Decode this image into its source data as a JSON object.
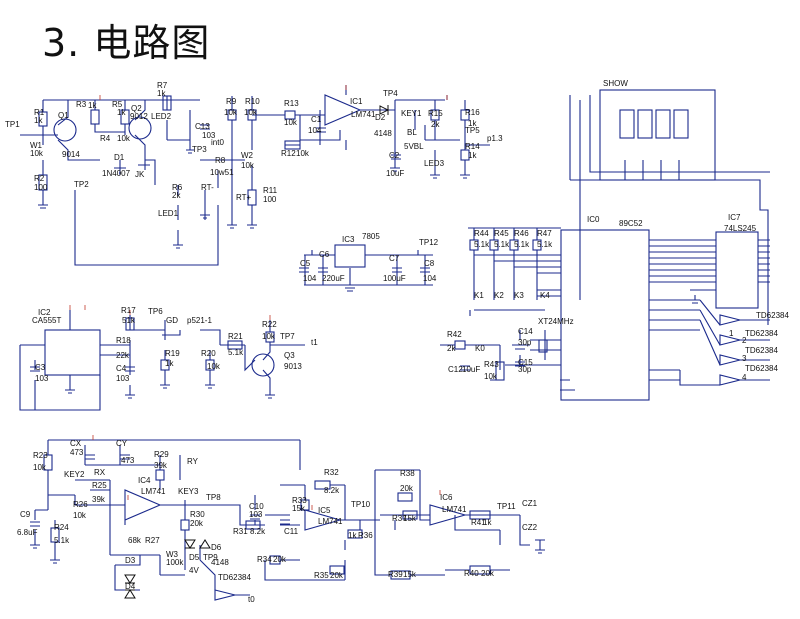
{
  "title": "3. 电路图",
  "components": [
    [
      "TP1",
      5,
      127
    ],
    [
      "R1",
      34,
      115
    ],
    [
      "1k",
      34,
      123
    ],
    [
      "Q1",
      58,
      118
    ],
    [
      "R3",
      76,
      107
    ],
    [
      "1k",
      88,
      108
    ],
    [
      "R5",
      112,
      107
    ],
    [
      "1k",
      117,
      115
    ],
    [
      "Q2",
      131,
      111
    ],
    [
      "9012",
      130,
      119
    ],
    [
      "LED2",
      151,
      119
    ],
    [
      "R7",
      157,
      88
    ],
    [
      "1k",
      157,
      96
    ],
    [
      "C13",
      195,
      129
    ],
    [
      "103",
      202,
      138
    ],
    [
      "TP3",
      192,
      152
    ],
    [
      "W1",
      30,
      148
    ],
    [
      "10k",
      30,
      156
    ],
    [
      "9014",
      62,
      157
    ],
    [
      "R4",
      100,
      141
    ],
    [
      "10k",
      117,
      141
    ],
    [
      "D1",
      114,
      160
    ],
    [
      "1N4007",
      102,
      176
    ],
    [
      "JK",
      135,
      177
    ],
    [
      "int0",
      211,
      145
    ],
    [
      "R8",
      215,
      163
    ],
    [
      "10w51",
      210,
      175
    ],
    [
      "R2",
      34,
      181
    ],
    [
      "100",
      34,
      190
    ],
    [
      "TP2",
      74,
      187
    ],
    [
      "R6",
      172,
      190
    ],
    [
      "2k",
      172,
      198
    ],
    [
      "RT-",
      201,
      190
    ],
    [
      "LED1",
      158,
      216
    ],
    [
      "RT+",
      236,
      200
    ],
    [
      "R9",
      226,
      104
    ],
    [
      "10k",
      224,
      115
    ],
    [
      "R10",
      245,
      104
    ],
    [
      "10k",
      244,
      115
    ],
    [
      "R13",
      284,
      106
    ],
    [
      "10k",
      284,
      125
    ],
    [
      "C1",
      311,
      122
    ],
    [
      "104",
      308,
      133
    ],
    [
      "IC1",
      350,
      104
    ],
    [
      "LM741",
      351,
      117
    ],
    [
      "TP4",
      383,
      96
    ],
    [
      "KEY1",
      401,
      116
    ],
    [
      "D2",
      375,
      120
    ],
    [
      "4148",
      374,
      136
    ],
    [
      "BL",
      407,
      135
    ],
    [
      "5VBL",
      404,
      149
    ],
    [
      "R15",
      428,
      116
    ],
    [
      "2k",
      431,
      127
    ],
    [
      "LED3",
      424,
      166
    ],
    [
      "R16",
      465,
      115
    ],
    [
      "1k",
      468,
      126
    ],
    [
      "TP5",
      465,
      133
    ],
    [
      "p1.3",
      487,
      141
    ],
    [
      "R14",
      465,
      149
    ],
    [
      "1k",
      468,
      158
    ],
    [
      "W2",
      241,
      158
    ],
    [
      "10k",
      241,
      168
    ],
    [
      "R12",
      281,
      156
    ],
    [
      "10k",
      296,
      156
    ],
    [
      "R11",
      263,
      193
    ],
    [
      "100",
      263,
      202
    ],
    [
      "C2",
      389,
      158
    ],
    [
      "10uF",
      386,
      176
    ],
    [
      "IC3",
      342,
      242
    ],
    [
      "7805",
      362,
      239
    ],
    [
      "TP12",
      419,
      245
    ],
    [
      "C5",
      300,
      266
    ],
    [
      "104",
      303,
      281
    ],
    [
      "C6",
      319,
      257
    ],
    [
      "220uF",
      322,
      281
    ],
    [
      "C7",
      389,
      261
    ],
    [
      "100uF",
      383,
      281
    ],
    [
      "C8",
      424,
      266
    ],
    [
      "104",
      423,
      281
    ],
    [
      "IC2",
      38,
      315
    ],
    [
      "CA555T",
      32,
      323
    ],
    [
      "R17",
      121,
      313
    ],
    [
      "51k",
      122,
      323
    ],
    [
      "TP6",
      148,
      314
    ],
    [
      "GD",
      166,
      323
    ],
    [
      "p521-1",
      187,
      323
    ],
    [
      "R18",
      116,
      343
    ],
    [
      "22k",
      116,
      358
    ],
    [
      "C3",
      35,
      370
    ],
    [
      "103",
      35,
      381
    ],
    [
      "C4",
      116,
      371
    ],
    [
      "103",
      116,
      381
    ],
    [
      "R19",
      165,
      356
    ],
    [
      "1k",
      165,
      366
    ],
    [
      "R20",
      201,
      356
    ],
    [
      "10k",
      207,
      369
    ],
    [
      "R21",
      228,
      339
    ],
    [
      "5.1k",
      228,
      355
    ],
    [
      "R22",
      262,
      327
    ],
    [
      "10k",
      262,
      339
    ],
    [
      "TP7",
      280,
      339
    ],
    [
      "t1",
      311,
      345
    ],
    [
      "Q3",
      284,
      358
    ],
    [
      "9013",
      284,
      369
    ],
    [
      "SHOW",
      603,
      86
    ],
    [
      "IC0",
      587,
      222
    ],
    [
      "89C52",
      619,
      226
    ],
    [
      "IC7",
      728,
      220
    ],
    [
      "74LS245",
      724,
      231
    ],
    [
      "R44",
      474,
      236
    ],
    [
      "5.1k",
      474,
      247
    ],
    [
      "R45",
      494,
      236
    ],
    [
      "5.1k",
      494,
      247
    ],
    [
      "R46",
      514,
      236
    ],
    [
      "5.1k",
      514,
      247
    ],
    [
      "R47",
      537,
      236
    ],
    [
      "5.1k",
      537,
      247
    ],
    [
      "K1",
      474,
      298
    ],
    [
      "K2",
      494,
      298
    ],
    [
      "K3",
      514,
      298
    ],
    [
      "K4",
      540,
      298
    ],
    [
      "C14",
      518,
      334
    ],
    [
      "30p",
      518,
      345
    ],
    [
      "XT24MHz",
      538,
      324
    ],
    [
      "R42",
      447,
      337
    ],
    [
      "2k",
      447,
      351
    ],
    [
      "K0",
      475,
      351
    ],
    [
      "C12",
      448,
      372
    ],
    [
      "10uF",
      462,
      372
    ],
    [
      "R43",
      484,
      367
    ],
    [
      "10k",
      484,
      379
    ],
    [
      "C15",
      518,
      365
    ],
    [
      "30p",
      518,
      372
    ],
    [
      "TD62384",
      756,
      318
    ],
    [
      "1",
      729,
      336
    ],
    [
      "TD62384",
      745,
      336
    ],
    [
      "2",
      742,
      343
    ],
    [
      "TD62384",
      745,
      353
    ],
    [
      "3",
      742,
      361
    ],
    [
      "TD62384",
      745,
      371
    ],
    [
      "4",
      742,
      380
    ],
    [
      "R23",
      33,
      458
    ],
    [
      "10k",
      33,
      470
    ],
    [
      "CX",
      70,
      446
    ],
    [
      "473",
      70,
      455
    ],
    [
      "CY",
      116,
      446
    ],
    [
      "473",
      121,
      463
    ],
    [
      "R29",
      154,
      457
    ],
    [
      "39k",
      154,
      468
    ],
    [
      "RY",
      187,
      464
    ],
    [
      "KEY2",
      64,
      477
    ],
    [
      "RX",
      94,
      475
    ],
    [
      "IC4",
      138,
      483
    ],
    [
      "LM741",
      141,
      494
    ],
    [
      "KEY3",
      178,
      494
    ],
    [
      "R25",
      92,
      488
    ],
    [
      "39k",
      92,
      502
    ],
    [
      "R26",
      73,
      507
    ],
    [
      "10k",
      73,
      518
    ],
    [
      "TP8",
      206,
      500
    ],
    [
      "C9",
      20,
      517
    ],
    [
      "6.8uF",
      17,
      535
    ],
    [
      "R24",
      54,
      530
    ],
    [
      "5.1k",
      54,
      543
    ],
    [
      "R30",
      190,
      517
    ],
    [
      "20k",
      190,
      526
    ],
    [
      "R31",
      233,
      534
    ],
    [
      "8.2k",
      250,
      534
    ],
    [
      "R27",
      145,
      543
    ],
    [
      "68k",
      128,
      543
    ],
    [
      "D6",
      211,
      550
    ],
    [
      "4148",
      211,
      565
    ],
    [
      "W3",
      166,
      557
    ],
    [
      "100k",
      166,
      565
    ],
    [
      "D5",
      189,
      560
    ],
    [
      "4V",
      189,
      573
    ],
    [
      "TP9",
      203,
      560
    ],
    [
      "D3",
      125,
      563
    ],
    [
      "D4",
      125,
      589
    ],
    [
      "TD62384",
      218,
      580
    ],
    [
      "t0",
      248,
      602
    ],
    [
      "R32",
      324,
      475
    ],
    [
      "8.2k",
      324,
      493
    ],
    [
      "R33",
      292,
      503
    ],
    [
      "15k",
      292,
      511
    ],
    [
      "C10",
      249,
      509
    ],
    [
      "103",
      249,
      517
    ],
    [
      "IC5",
      318,
      513
    ],
    [
      "LM741",
      318,
      524
    ],
    [
      "C11",
      284,
      534
    ],
    [
      "TP10",
      351,
      507
    ],
    [
      "1k",
      348,
      538
    ],
    [
      "R36",
      358,
      538
    ],
    [
      "R34",
      257,
      562
    ],
    [
      "20k",
      273,
      562
    ],
    [
      "R35",
      314,
      578
    ],
    [
      "20k",
      330,
      578
    ],
    [
      "R38",
      400,
      476
    ],
    [
      "20k",
      400,
      491
    ],
    [
      "IC6",
      440,
      500
    ],
    [
      "LM741",
      442,
      512
    ],
    [
      "R37",
      392,
      521
    ],
    [
      "15k",
      403,
      521
    ],
    [
      "TP11",
      497,
      509
    ],
    [
      "R41",
      471,
      525
    ],
    [
      "1k",
      483,
      525
    ],
    [
      "CZ1",
      522,
      506
    ],
    [
      "CZ2",
      522,
      530
    ],
    [
      "R39",
      388,
      577
    ],
    [
      "15k",
      403,
      577
    ],
    [
      "R40",
      464,
      576
    ],
    [
      "20k",
      481,
      576
    ]
  ]
}
